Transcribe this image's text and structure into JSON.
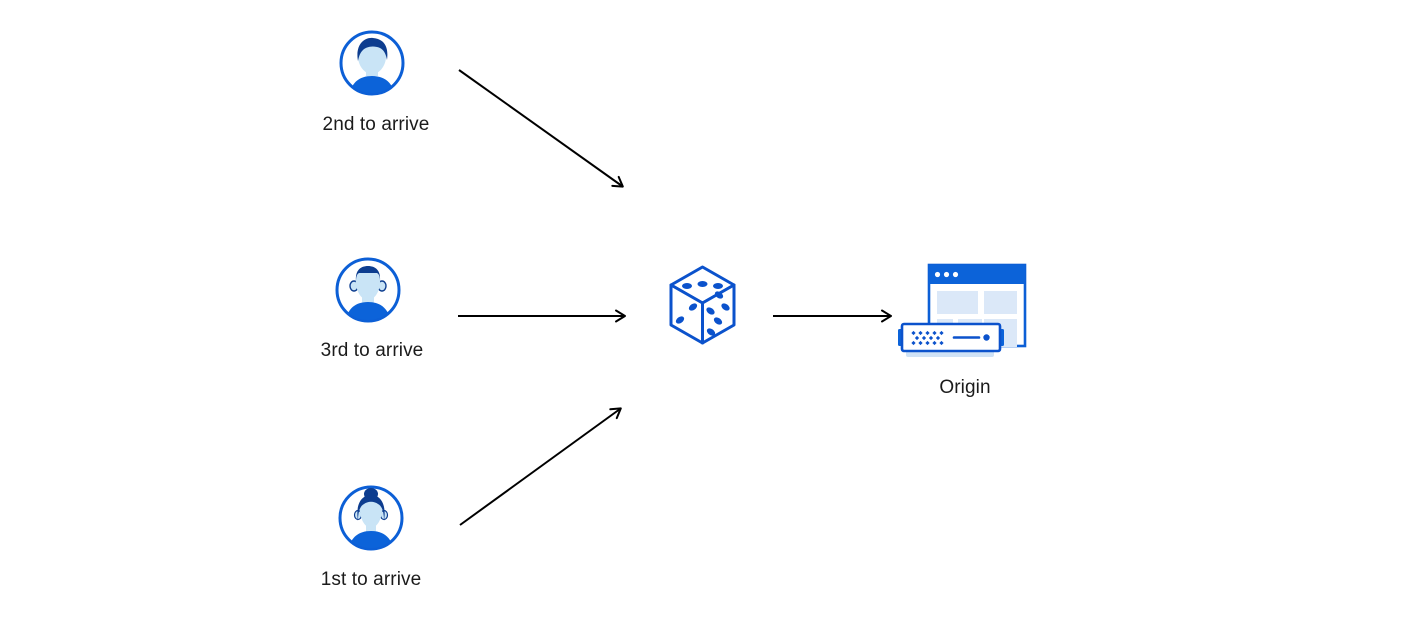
{
  "diagram": {
    "nodes": {
      "visitor_second": {
        "label": "2nd to arrive",
        "icon": "avatar-man-swoosh-hair-icon"
      },
      "visitor_third": {
        "label": "3rd to arrive",
        "icon": "avatar-man-flattop-icon"
      },
      "visitor_first": {
        "label": "1st to arrive",
        "icon": "avatar-woman-bun-icon"
      },
      "random_pick": {
        "label": "",
        "icon": "dice-icon"
      },
      "origin": {
        "label": "Origin",
        "icon": "origin-server-browser-icon"
      }
    },
    "edges": [
      {
        "from": "visitor_second",
        "to": "random_pick"
      },
      {
        "from": "visitor_third",
        "to": "random_pick"
      },
      {
        "from": "visitor_first",
        "to": "random_pick"
      },
      {
        "from": "random_pick",
        "to": "origin"
      }
    ],
    "colors": {
      "primary_blue": "#0c5fd6",
      "shirt_blue": "#0c63d9",
      "dark_hair_blue": "#0d3d8f",
      "skin_light_blue": "#c9e4f6",
      "panel_light_blue": "#dbe8f8",
      "tray_pale_blue": "#cfe2f6",
      "arrow_black": "#000000",
      "label_text": "#1b1b1b",
      "background": "#ffffff"
    }
  }
}
